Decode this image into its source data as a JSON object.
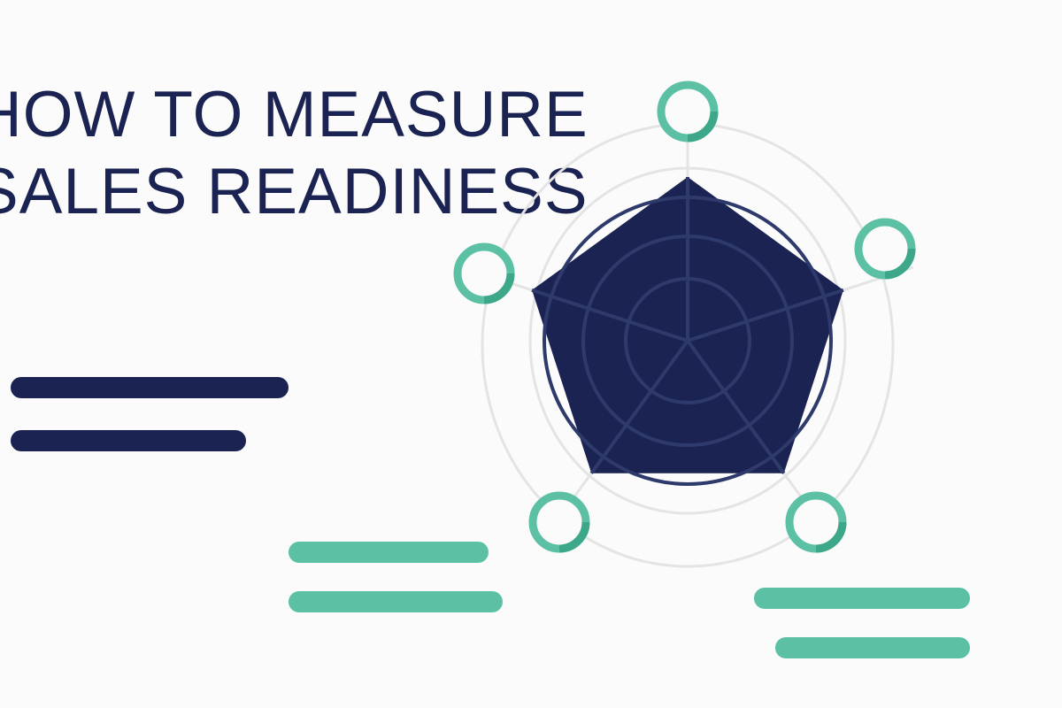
{
  "title": {
    "line1": "HOW TO MEASURE",
    "line2": "SALES READINESS"
  },
  "diagram": {
    "axis_count": 5,
    "levels": [
      0.25,
      0.5,
      0.75,
      1.0
    ],
    "values": [
      0.92,
      0.92,
      0.92,
      0.92,
      0.92
    ]
  },
  "colors": {
    "navy": "#1b2352",
    "teal": "#5cc0a4",
    "teal_dark": "#3ca889",
    "grid": "#e4e4e4",
    "web": "#2e3a6b"
  },
  "icons": [
    "node-ring-icon",
    "node-ring-icon",
    "node-ring-icon",
    "node-ring-icon",
    "node-ring-icon"
  ]
}
